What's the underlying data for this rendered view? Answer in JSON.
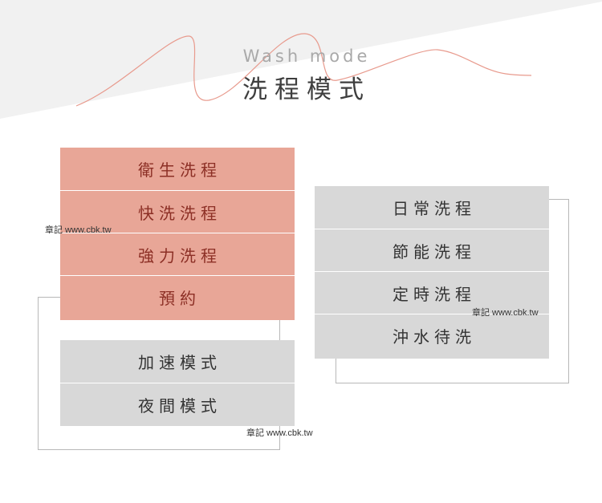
{
  "header": {
    "subtitle_en": "Wash mode",
    "title_zh": "洗程模式"
  },
  "colors": {
    "accent_pink": "#e8a697",
    "accent_text": "#8c2f25",
    "gray_panel": "#d8d8d8",
    "wave_line": "#e89a8d",
    "background_band": "#f1f1f1"
  },
  "panel_left_top": {
    "items": [
      "衛生洗程",
      "快洗洗程",
      "強力洗程",
      "預約"
    ]
  },
  "panel_left_bottom": {
    "items": [
      "加速模式",
      "夜間模式"
    ]
  },
  "panel_right": {
    "items": [
      "日常洗程",
      "節能洗程",
      "定時洗程",
      "沖水待洗"
    ]
  },
  "watermarks": [
    "章記 www.cbk.tw",
    "章記 www.cbk.tw",
    "章記 www.cbk.tw"
  ]
}
